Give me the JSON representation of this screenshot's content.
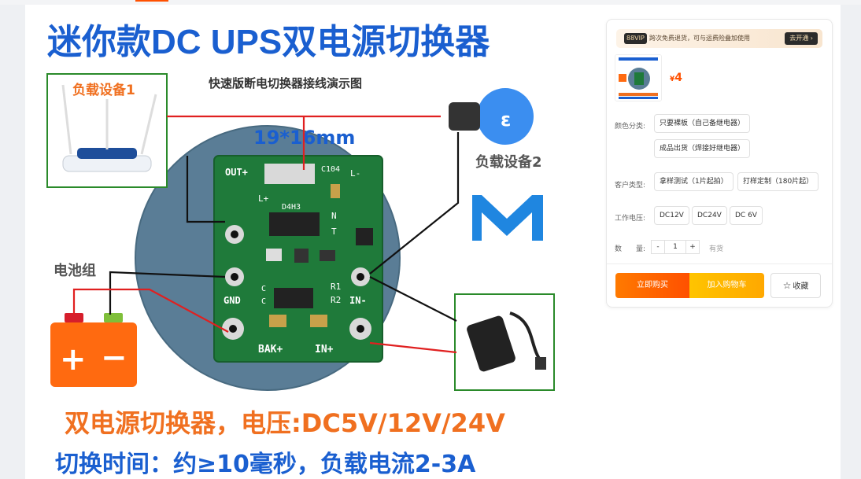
{
  "product_image": {
    "title": "迷你款DC UPS双电源切换器",
    "subtitle": "快速版断电切换器接线演示图",
    "size_label": "19*16mm",
    "load1": "负载设备1",
    "load2": "负载设备2",
    "battery_label": "电池组",
    "battery_plus": "+",
    "battery_minus": "−",
    "board_out": "OUT+",
    "board_c104": "C104",
    "board_lplus": "L+",
    "board_lminus": "L-",
    "board_chip": "D4H3",
    "board_n": "N",
    "board_t": "T",
    "board_r1": "R1",
    "board_r2": "R2",
    "board_c1": "C",
    "board_c2": "C",
    "board_gnd": "GND",
    "board_in_minus": "IN-",
    "board_bak": "BAK+",
    "board_in_plus": "IN+",
    "footer_line1": "双电源切换器，电压:DC5V/12V/24V",
    "footer_line2": "切换时间：约≥10毫秒，负载电流2-3A",
    "colors": {
      "title_blue": "#1a5fd0",
      "footer_orange": "#f07020",
      "footer_blue": "#1a5fd0",
      "board_green": "#1f7a3a",
      "battery_orange": "#ff6a10",
      "wire_red": "#e02020",
      "border_green": "#2a8a2a"
    }
  },
  "panel": {
    "vip_badge": "88VIP",
    "vip_text": "跨次免费退货，可与运费险叠加使用",
    "vip_open": "去开通 ›",
    "thumb_alt": "迷你款DC UPS双电源切换器",
    "price_currency": "¥",
    "price_value": "4",
    "color_label": "颜色分类:",
    "color_options": [
      "只要裸板（自己备继电器）",
      "成品出货（焊接好继电器）"
    ],
    "customer_label": "客户类型:",
    "customer_options": [
      "拿样测试（1片起拍）",
      "打样定制（180片起）"
    ],
    "voltage_label": "工作电压:",
    "voltage_options": [
      "DC12V",
      "DC24V",
      "DC 6V"
    ],
    "quantity_label": "数　　量:",
    "quantity_minus": "-",
    "quantity_value": "1",
    "quantity_plus": "+",
    "stock_text": "有货",
    "buy_now": "立即购买",
    "add_cart": "加入购物车",
    "favorite_icon": "star-outline-icon",
    "favorite": "收藏"
  }
}
